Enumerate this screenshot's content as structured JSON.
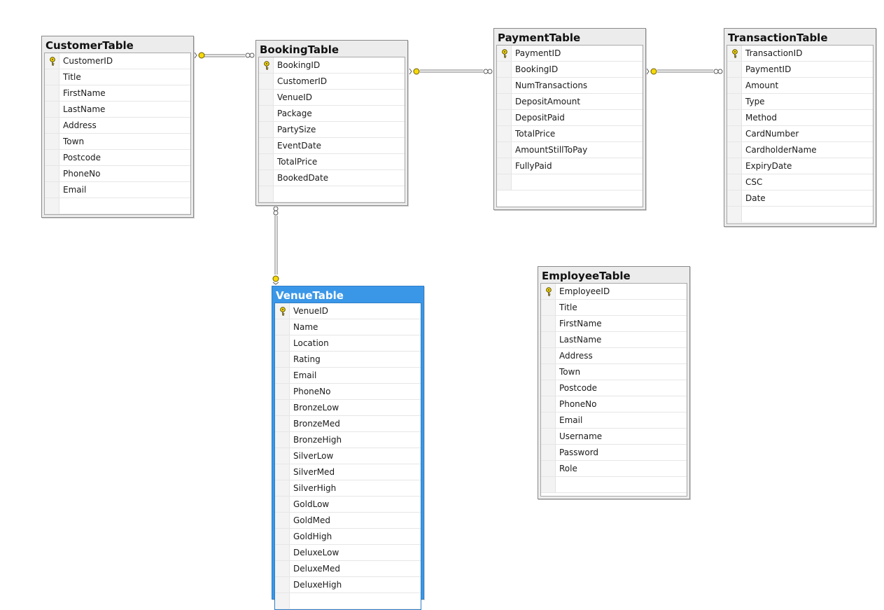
{
  "tables": {
    "customer": {
      "title": "CustomerTable",
      "columns": [
        "CustomerID",
        "Title",
        "FirstName",
        "LastName",
        "Address",
        "Town",
        "Postcode",
        "PhoneNo",
        "Email"
      ],
      "primary_key": "CustomerID"
    },
    "booking": {
      "title": "BookingTable",
      "columns": [
        "BookingID",
        "CustomerID",
        "VenueID",
        "Package",
        "PartySize",
        "EventDate",
        "TotalPrice",
        "BookedDate"
      ],
      "primary_key": "BookingID"
    },
    "payment": {
      "title": "PaymentTable",
      "columns": [
        "PaymentID",
        "BookingID",
        "NumTransactions",
        "DepositAmount",
        "DepositPaid",
        "TotalPrice",
        "AmountStillToPay",
        "FullyPaid"
      ],
      "primary_key": "PaymentID"
    },
    "transaction": {
      "title": "TransactionTable",
      "columns": [
        "TransactionID",
        "PaymentID",
        "Amount",
        "Type",
        "Method",
        "CardNumber",
        "CardholderName",
        "ExpiryDate",
        "CSC",
        "Date"
      ],
      "primary_key": "TransactionID"
    },
    "venue": {
      "title": "VenueTable",
      "columns": [
        "VenueID",
        "Name",
        "Location",
        "Rating",
        "Email",
        "PhoneNo",
        "BronzeLow",
        "BronzeMed",
        "BronzeHigh",
        "SilverLow",
        "SilverMed",
        "SilverHigh",
        "GoldLow",
        "GoldMed",
        "GoldHigh",
        "DeluxeLow",
        "DeluxeMed",
        "DeluxeHigh"
      ],
      "primary_key": "VenueID",
      "selected": true
    },
    "employee": {
      "title": "EmployeeTable",
      "columns": [
        "EmployeeID",
        "Title",
        "FirstName",
        "LastName",
        "Address",
        "Town",
        "Postcode",
        "PhoneNo",
        "Email",
        "Username",
        "Password",
        "Role"
      ],
      "primary_key": "EmployeeID"
    }
  },
  "relationships": [
    {
      "one": "customer",
      "many": "booking"
    },
    {
      "one": "booking",
      "many": "payment"
    },
    {
      "one": "payment",
      "many": "transaction"
    },
    {
      "one": "venue",
      "many": "booking"
    }
  ],
  "colors": {
    "selection": "#3a97e8",
    "key_icon": "#f5d90a",
    "connector": "#7a7a7a"
  },
  "icons": {
    "primary_key": "key-icon",
    "one_end": "key-icon",
    "many_end": "infinity-icon"
  }
}
